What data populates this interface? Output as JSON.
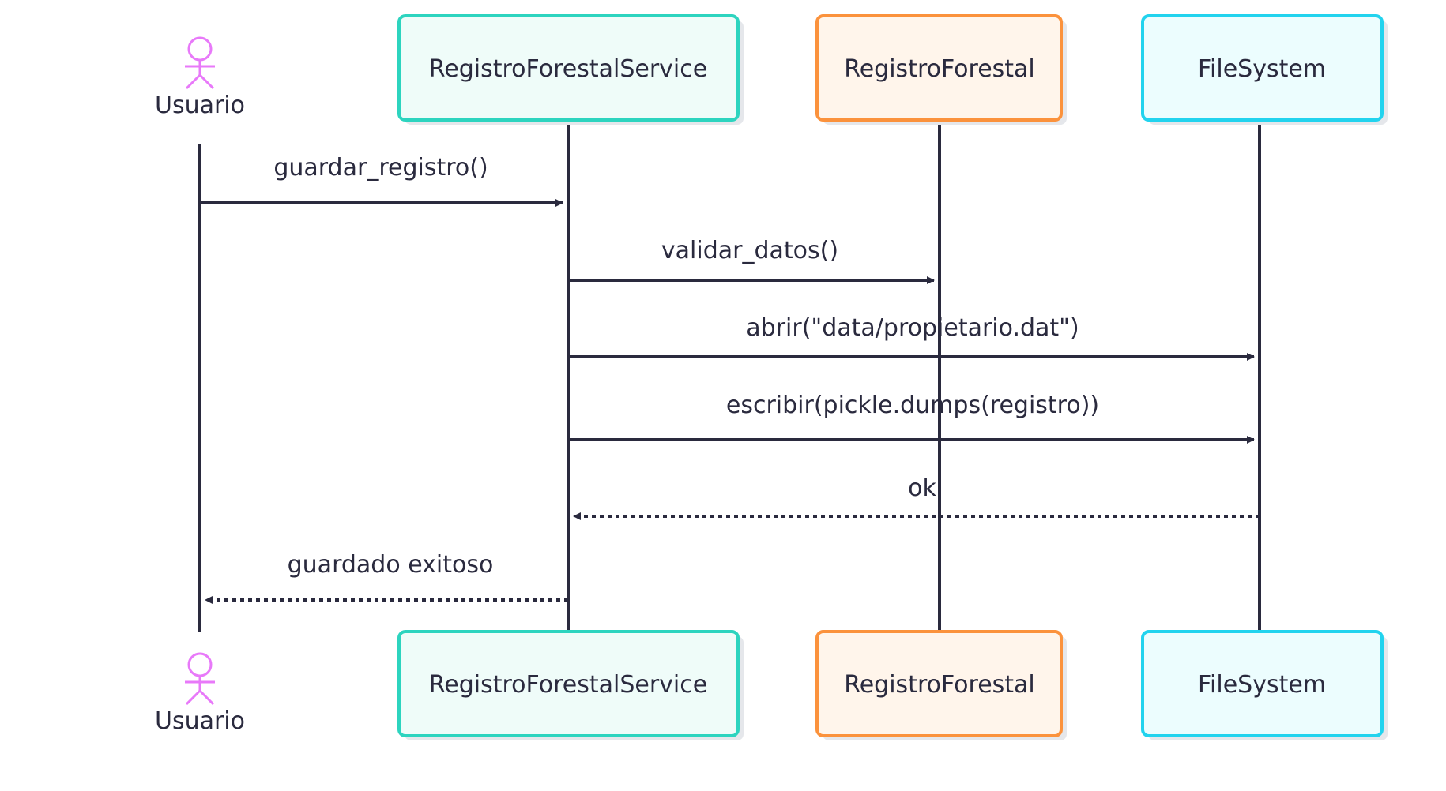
{
  "diagram": {
    "type": "sequence",
    "participants": [
      {
        "id": "usuario",
        "label": "Usuario",
        "kind": "actor",
        "color": "#e879f9"
      },
      {
        "id": "service",
        "label": "RegistroForestalService",
        "kind": "box",
        "border": "#2dd4bf",
        "fill": "#effcf9"
      },
      {
        "id": "registro",
        "label": "RegistroForestal",
        "kind": "box",
        "border": "#fb923c",
        "fill": "#fff5eb"
      },
      {
        "id": "fs",
        "label": "FileSystem",
        "kind": "box",
        "border": "#22d3ee",
        "fill": "#ecfdfe"
      }
    ],
    "messages": [
      {
        "from": "usuario",
        "to": "service",
        "label": "guardar_registro()",
        "style": "solid"
      },
      {
        "from": "service",
        "to": "registro",
        "label": "validar_datos()",
        "style": "solid"
      },
      {
        "from": "service",
        "to": "fs",
        "label": "abrir(\"data/propietario.dat\")",
        "style": "solid"
      },
      {
        "from": "service",
        "to": "fs",
        "label": "escribir(pickle.dumps(registro))",
        "style": "solid"
      },
      {
        "from": "fs",
        "to": "service",
        "label": "ok",
        "style": "dashed"
      },
      {
        "from": "service",
        "to": "usuario",
        "label": "guardado exitoso",
        "style": "dashed"
      }
    ],
    "colors": {
      "line": "#2a2a3e",
      "text": "#2a2a3e",
      "shadow": "#e5e7eb"
    }
  }
}
